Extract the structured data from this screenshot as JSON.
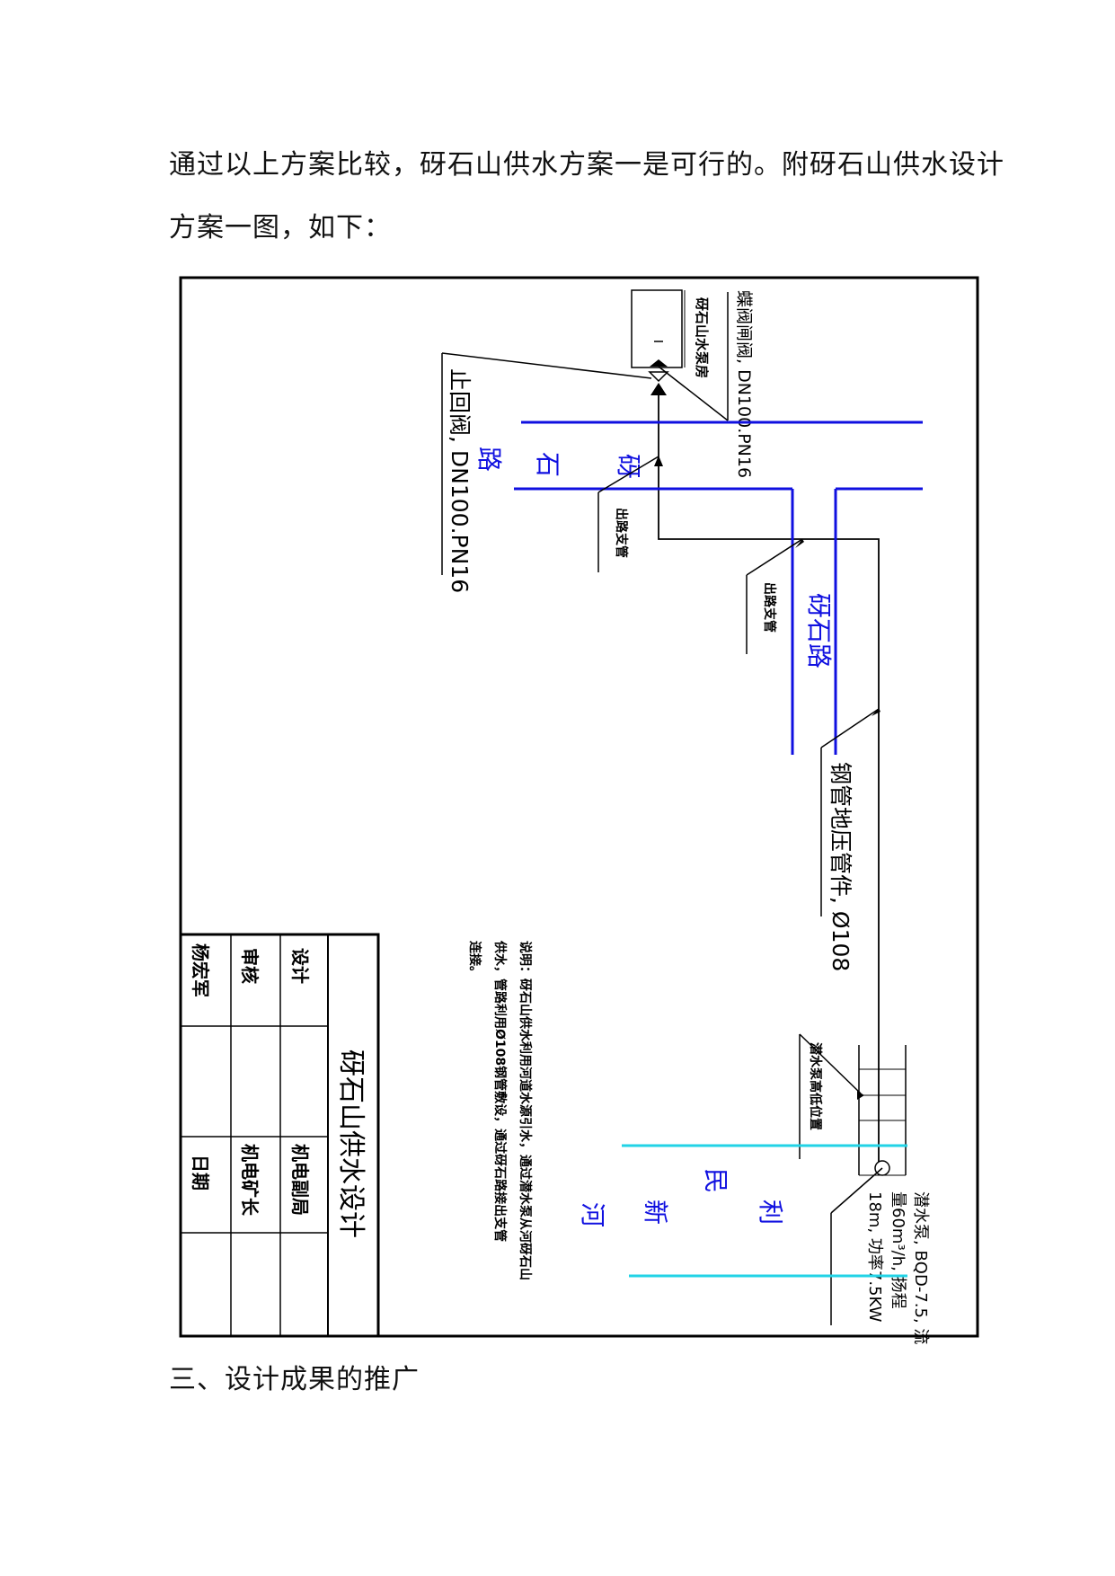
{
  "paragraph": {
    "line1": "通过以上方案比较，砑石山供水方案一是可行的。附砑石山供水设计",
    "line2": "方案一图，如下："
  },
  "drawing": {
    "house_label": "砑石山水泵房",
    "gate_valve_note": "蝶阀闸阀, DN100.PN16",
    "check_valve_note": "止回阀, DN100.PN16",
    "road_top": [
      "砑",
      "石",
      "路"
    ],
    "road_mid": "砑石路",
    "branch_note_1": "出路支管",
    "branch_note_2": "出路支管",
    "main_pipe_note": "钢管地压管件, Ø108",
    "pump_box_note": "潜水泵高低位置",
    "pump_note_line1": "潜水泵, BQD-7.5, 流",
    "pump_note_line2": "量60m³/h, 扬程",
    "pump_note_line3": "18m, 功率7.5KW",
    "river": [
      "利",
      "民",
      "新",
      "河"
    ],
    "remark_line1": "说明：砑石山供水利用河道水源引水，通过潜水泵从河砑石山",
    "remark_line2": "供水，管路利用Ø108钢管敷设，通过砑石路接出支管",
    "remark_line3": "连接。",
    "title_block": {
      "title": "砑石山供水设计",
      "design_label": "设计",
      "review_label": "审核",
      "drafter": "杨宏军",
      "design_name": "机电副局",
      "review_name": "机电矿长",
      "date_label": "日期"
    }
  },
  "section_heading": "三、设计成果的推广"
}
